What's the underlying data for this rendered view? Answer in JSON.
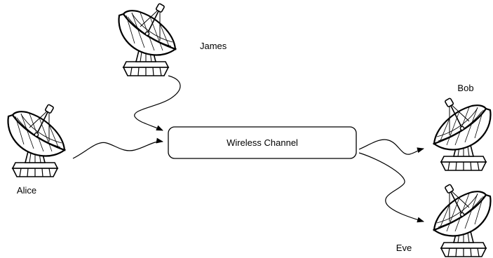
{
  "channel": {
    "label": "Wireless Channel"
  },
  "nodes": {
    "james": {
      "label": "James",
      "icon": "satellite-dish-icon"
    },
    "alice": {
      "label": "Alice",
      "icon": "satellite-dish-icon"
    },
    "bob": {
      "label": "Bob",
      "icon": "satellite-dish-icon"
    },
    "eve": {
      "label": "Eve",
      "icon": "satellite-dish-icon"
    }
  },
  "colors": {
    "stroke": "#000000",
    "background": "#ffffff"
  }
}
